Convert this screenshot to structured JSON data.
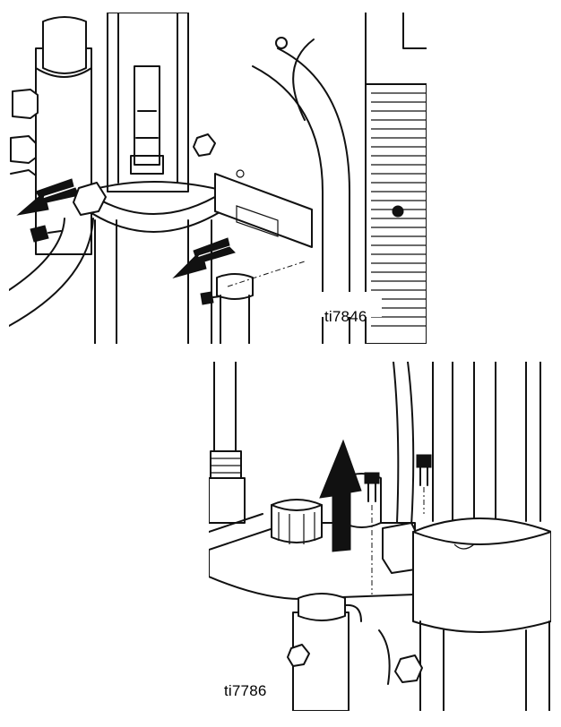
{
  "figures": [
    {
      "id": "top",
      "label": "ti7846"
    },
    {
      "id": "bottom",
      "label": "ti7786"
    }
  ]
}
